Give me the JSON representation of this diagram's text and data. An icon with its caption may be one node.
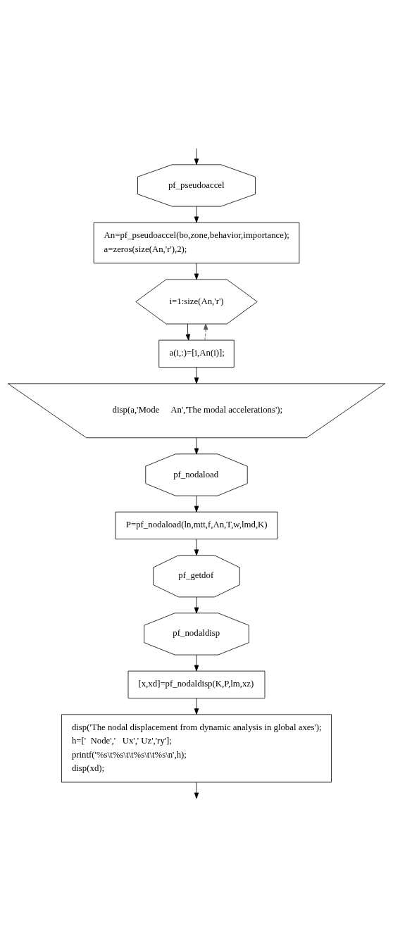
{
  "diagram": {
    "nodes": [
      {
        "text": [
          "pf_pseudoaccel"
        ]
      },
      {
        "text": [
          "An=pf_pseudoaccel(bo,zone,behavior,importance);",
          "a=zeros(size(An,'r'),2);"
        ]
      },
      {
        "text": [
          "i=1:size(An,'r')"
        ]
      },
      {
        "text": [
          "a(i,:)=[i,An(i)];"
        ]
      },
      {
        "text": [
          "disp(a,'Mode     An','The modal accelerations');"
        ]
      },
      {
        "text": [
          "pf_nodaload"
        ]
      },
      {
        "text": [
          "P=pf_nodaload(ln,mtt,f,An,T,w,lmd,K)"
        ]
      },
      {
        "text": [
          "pf_getdof"
        ]
      },
      {
        "text": [
          "pf_nodaldisp"
        ]
      },
      {
        "text": [
          "[x,xd]=pf_nodaldisp(K,P,lm,xz)"
        ]
      },
      {
        "text": [
          "disp('The nodal displacement from dynamic analysis in global axes');",
          "h=['  Node','   Ux',' Uz','ry'];",
          "printf('%s\\t%s\\t\\t%s\\t\\t%s\\n',h);",
          "disp(xd);"
        ]
      }
    ],
    "edges": [
      {
        "from": null,
        "to": 0,
        "arrow": "to"
      },
      {
        "from": 0,
        "to": 1,
        "arrow": "to"
      },
      {
        "from": 1,
        "to": 2,
        "arrow": "to"
      },
      {
        "from": 2,
        "to": 3,
        "arrow": "to"
      },
      {
        "from": 3,
        "to": 2,
        "arrow": "to",
        "style": "dashed",
        "color": "#555555"
      },
      {
        "from": 3,
        "to": 4,
        "arrow": "to"
      },
      {
        "from": 4,
        "to": 5,
        "arrow": "to"
      },
      {
        "from": 5,
        "to": 6,
        "arrow": "to"
      },
      {
        "from": 6,
        "to": 7,
        "arrow": "to"
      },
      {
        "from": 7,
        "to": 8,
        "arrow": "to"
      },
      {
        "from": 8,
        "to": 9,
        "arrow": "to"
      },
      {
        "from": 9,
        "to": 10,
        "arrow": "to"
      },
      {
        "from": 10,
        "to": null,
        "arrow": "to"
      }
    ]
  }
}
